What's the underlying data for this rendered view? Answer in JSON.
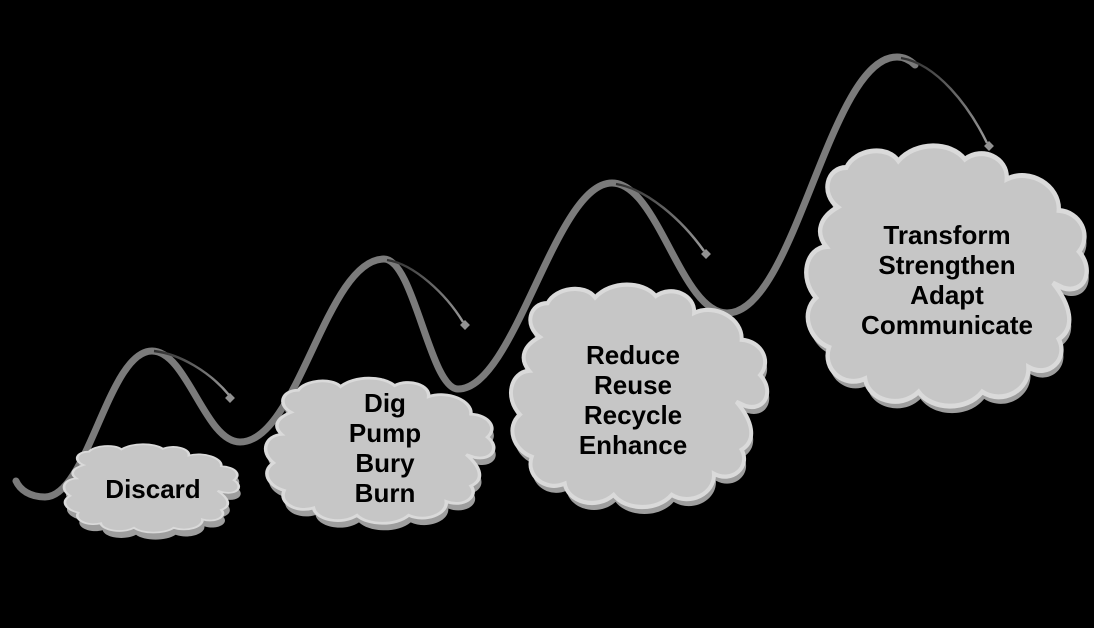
{
  "diagram": {
    "clouds": [
      {
        "lines": [
          "Discard"
        ]
      },
      {
        "lines": [
          "Dig",
          "Pump",
          "Bury",
          "Burn"
        ]
      },
      {
        "lines": [
          "Reduce",
          "Reuse",
          "Recycle",
          "Enhance"
        ]
      },
      {
        "lines": [
          "Transform",
          "Strengthen",
          "Adapt",
          "Communicate"
        ]
      }
    ],
    "colors": {
      "background": "#000000",
      "wave_line": "#7B7B7B",
      "arrow_dark": "#2E2E2E",
      "arrow_light": "#9C9C9C",
      "arrow_tip": "#929292",
      "cloud_fill": "#C6C6C6",
      "cloud_rim": "#DADADA",
      "cloud_shadow": "#9E9E9E",
      "text": "#000000"
    }
  }
}
